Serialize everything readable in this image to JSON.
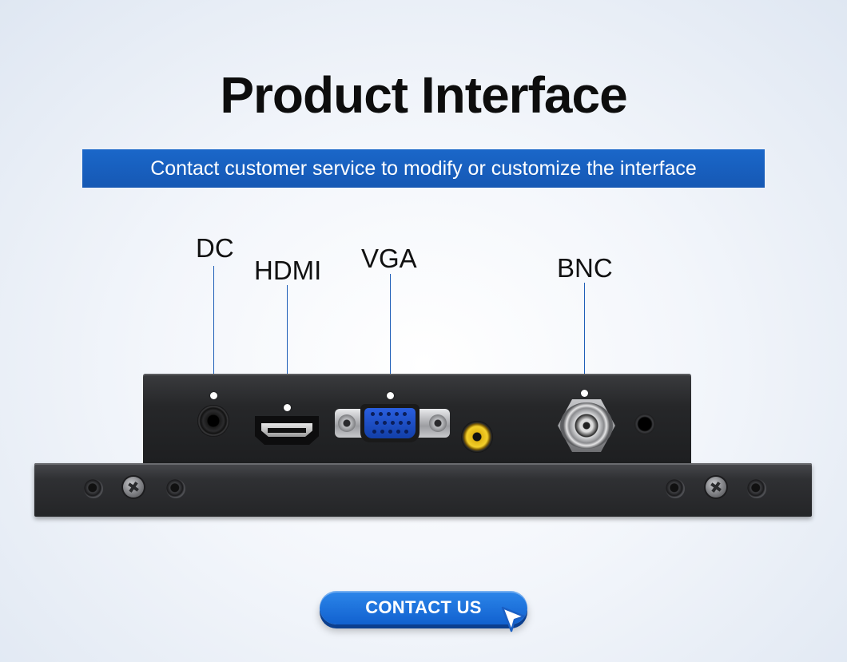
{
  "header": {
    "title": "Product Interface",
    "banner": "Contact customer service to modify or customize the interface"
  },
  "ports": {
    "dc": "DC",
    "hdmi": "HDMI",
    "vga": "VGA",
    "bnc": "BNC"
  },
  "cta": {
    "label": "CONTACT US"
  },
  "colors": {
    "banner": "#1a67c9",
    "leader": "#1f5fb8",
    "button": "#1667d6"
  }
}
